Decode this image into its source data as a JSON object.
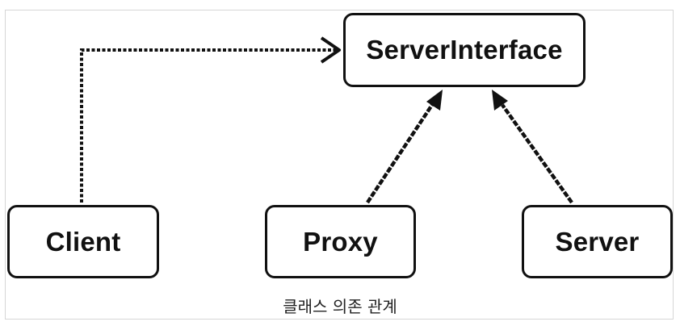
{
  "diagram": {
    "nodes": [
      {
        "id": "server-interface",
        "label": "ServerInterface"
      },
      {
        "id": "client",
        "label": "Client"
      },
      {
        "id": "proxy",
        "label": "Proxy"
      },
      {
        "id": "server",
        "label": "Server"
      }
    ],
    "edges": [
      {
        "from": "client",
        "to": "server-interface",
        "style": "dotted",
        "head": "open-arrow"
      },
      {
        "from": "proxy",
        "to": "server-interface",
        "style": "solid",
        "head": "filled-triangle"
      },
      {
        "from": "server",
        "to": "server-interface",
        "style": "solid",
        "head": "filled-triangle"
      }
    ],
    "caption": "클래스 의존 관계"
  },
  "colors": {
    "stroke": "#111111",
    "background": "#ffffff",
    "frame": "#d6d6d6"
  }
}
